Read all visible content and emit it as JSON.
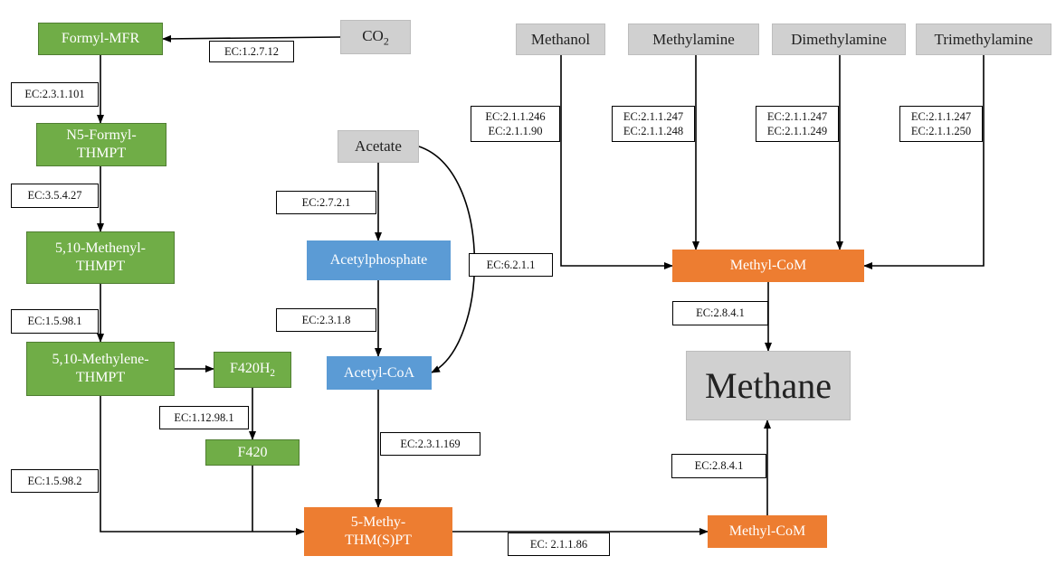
{
  "nodes": {
    "formyl_mfr": "Formyl-MFR",
    "co2": "CO",
    "co2_sub": "2",
    "n5_formyl_1": "N5-Formyl-",
    "n5_formyl_2": "THMPT",
    "methenyl_1": "5,10-Methenyl-",
    "methenyl_2": "THMPT",
    "methylene_1": "5,10-Methylene-",
    "methylene_2": "THMPT",
    "f420h2": "F420H",
    "f420h2_sub": "2",
    "f420": "F420",
    "acetate": "Acetate",
    "acetylphosphate": "Acetylphosphate",
    "acetyl_coa": "Acetyl-CoA",
    "methy_thmspt_1": "5-Methy-",
    "methy_thmspt_2": "THM(S)PT",
    "methanol": "Methanol",
    "methylamine": "Methylamine",
    "dimethylamine": "Dimethylamine",
    "trimethylamine": "Trimethylamine",
    "methyl_com_top": "Methyl-CoM",
    "methane": "Methane",
    "methyl_com_bottom": "Methyl-CoM"
  },
  "enzymes": {
    "co2_to_formyl": "EC:1.2.7.12",
    "formyl_to_n5": "EC:2.3.1.101",
    "n5_to_methenyl": "EC:3.5.4.27",
    "methenyl_to_methylene": "EC:1.5.98.1",
    "f420h2_to_f420": "EC:1.12.98.1",
    "methylene_to_methy": "EC:1.5.98.2",
    "acetate_to_acetylphosphate": "EC:2.7.2.1",
    "acetylphosphate_to_acetylcoa": "EC:2.3.1.8",
    "acetate_to_acetylcoa": "EC:6.2.1.1",
    "acetylcoa_to_methy": "EC:2.3.1.169",
    "methy_to_methylcom": "EC: 2.1.1.86",
    "methanol_1": "EC:2.1.1.246",
    "methanol_2": "EC:2.1.1.90",
    "methylamine_1": "EC:2.1.1.247",
    "methylamine_2": "EC:2.1.1.248",
    "dimethylamine_1": "EC:2.1.1.247",
    "dimethylamine_2": "EC:2.1.1.249",
    "trimethylamine_1": "EC:2.1.1.247",
    "trimethylamine_2": "EC:2.1.1.250",
    "methylcom_top_to_methane": "EC:2.8.4.1",
    "methylcom_bottom_to_methane": "EC:2.8.4.1"
  },
  "colors": {
    "hydrogenotrophic": "#70ad47",
    "acetoclastic": "#5b9bd5",
    "methyl": "#ed7d31",
    "substrate": "#d0d0d0"
  }
}
